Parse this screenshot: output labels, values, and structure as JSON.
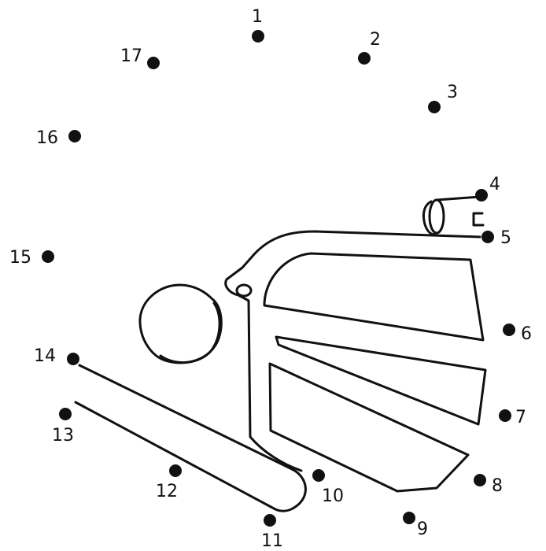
{
  "puzzle": {
    "ink_color": "#111111",
    "background_color": "#ffffff",
    "dots": [
      {
        "label": "1"
      },
      {
        "label": "2"
      },
      {
        "label": "3"
      },
      {
        "label": "4"
      },
      {
        "label": "5"
      },
      {
        "label": "6"
      },
      {
        "label": "7"
      },
      {
        "label": "8"
      },
      {
        "label": "9"
      },
      {
        "label": "10"
      },
      {
        "label": "11"
      },
      {
        "label": "12"
      },
      {
        "label": "13"
      },
      {
        "label": "14"
      },
      {
        "label": "15"
      },
      {
        "label": "16"
      },
      {
        "label": "17"
      }
    ]
  }
}
